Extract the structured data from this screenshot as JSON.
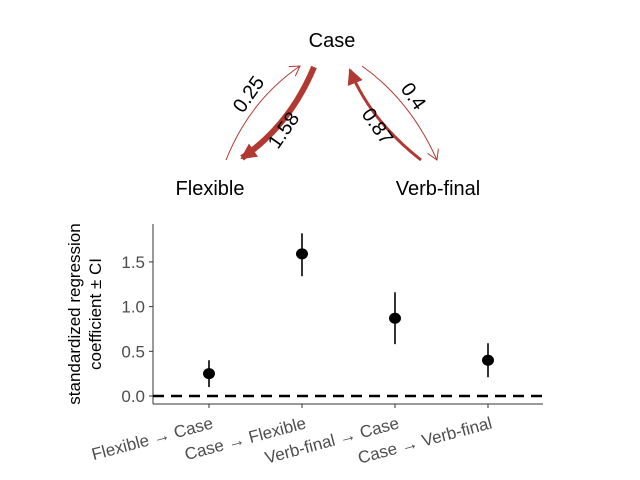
{
  "diagram": {
    "nodes": {
      "case": "Case",
      "flexible": "Flexible",
      "verb_final": "Verb-final"
    },
    "edges": [
      {
        "from": "Flexible",
        "to": "Case",
        "label": "0.25",
        "weight": 0.25
      },
      {
        "from": "Case",
        "to": "Flexible",
        "label": "1.58",
        "weight": 1.58
      },
      {
        "from": "Verb-final",
        "to": "Case",
        "label": "0.87",
        "weight": 0.87
      },
      {
        "from": "Case",
        "to": "Verb-final",
        "label": "0.4",
        "weight": 0.4
      }
    ],
    "arrow_color": "#b03a32"
  },
  "chart_data": {
    "type": "scatter",
    "title": "",
    "xlabel": "",
    "ylabel": "standardized regression coefficient ± CI",
    "ylabel_lines": [
      "standardized regression",
      "coefficient ± CI"
    ],
    "categories": [
      "Flexible → Case",
      "Case → Flexible",
      "Verb-final → Case",
      "Case → Verb-final"
    ],
    "values": [
      0.25,
      1.59,
      0.87,
      0.4
    ],
    "ci_low": [
      0.1,
      1.34,
      0.58,
      0.21
    ],
    "ci_high": [
      0.4,
      1.82,
      1.16,
      0.59
    ],
    "ylim": [
      -0.05,
      1.9
    ],
    "yticks": [
      0.0,
      0.5,
      1.0,
      1.5
    ],
    "ytick_labels": [
      "0.0",
      "0.5",
      "1.0",
      "1.5"
    ],
    "reference_line": 0,
    "grid": false
  }
}
